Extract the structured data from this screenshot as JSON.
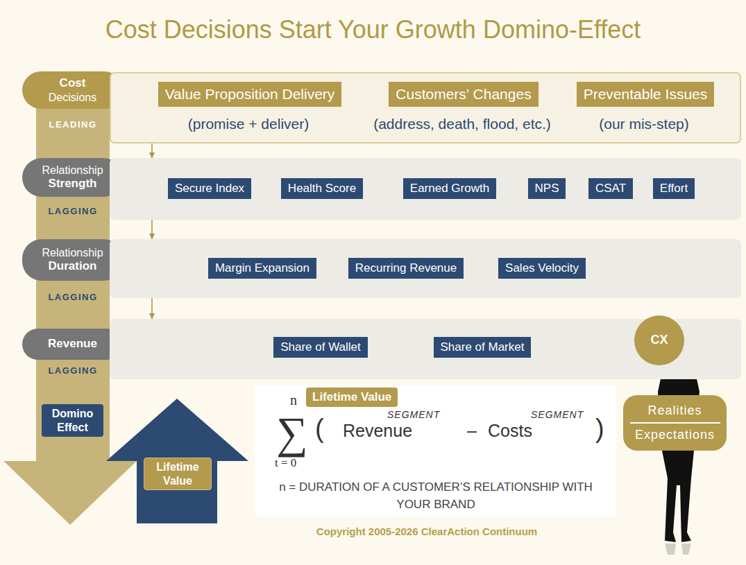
{
  "diagram": {
    "title": "Cost Decisions Start Your Growth Domino-Effect",
    "nodes": [
      {
        "text": [
          "Cost",
          "Decisions"
        ]
      },
      {
        "text": []
      },
      {
        "text": [
          "Value Proposition Delivery"
        ],
        "in": 1
      },
      {
        "text": [
          "Customers’ Changes"
        ],
        "in": 1
      },
      {
        "text": [
          "Preventable Issues"
        ],
        "in": 1
      },
      {
        "text": [
          "Relationship",
          "Strength"
        ]
      },
      {
        "text": []
      },
      {
        "text": [
          "Secure Index"
        ],
        "in": 6
      },
      {
        "text": [
          "Health Score"
        ],
        "in": 6
      },
      {
        "text": [
          "Earned Growth"
        ],
        "in": 6
      },
      {
        "text": [
          "NPS"
        ],
        "in": 6
      },
      {
        "text": [
          "CSAT"
        ],
        "in": 6
      },
      {
        "text": [
          "Effort"
        ],
        "in": 6
      },
      {
        "text": [
          "Relationship",
          "Duration"
        ]
      },
      {
        "text": []
      },
      {
        "text": [
          "Margin Expansion"
        ],
        "in": 14
      },
      {
        "text": [
          "Recurring Revenue"
        ],
        "in": 14
      },
      {
        "text": [
          "Sales Velocity"
        ],
        "in": 14
      },
      {
        "text": [
          "Revenue"
        ]
      },
      {
        "text": []
      },
      {
        "text": [
          "Share of Wallet"
        ],
        "in": 19
      },
      {
        "text": [
          "Share of Market"
        ],
        "in": 19
      },
      {
        "text": [
          "Domino Effect"
        ]
      },
      {
        "text": [
          "Lifetime Value"
        ]
      },
      {
        "text": [
          "n",
          "∑",
          "t = 0",
          "(",
          "Revenue",
          "SEGMENT",
          "–",
          "Costs",
          "SEGMENT",
          ")",
          "n = DURATION OF A CUSTOMER’S RELATIONSHIP WITH YOUR BRAND"
        ]
      },
      {
        "text": [
          "Lifetime Value"
        ],
        "in": 24
      },
      {
        "text": [
          "CX"
        ]
      },
      {
        "text": [
          "Realities",
          "Expectations"
        ]
      }
    ],
    "edges": [
      {
        "from": 1,
        "to": 6,
        "arrow": "to"
      },
      {
        "from": 6,
        "to": 14,
        "arrow": "to"
      },
      {
        "from": 14,
        "to": 19,
        "arrow": "to"
      }
    ],
    "labels": [
      "LEADING",
      "LAGGING",
      "LAGGING",
      "LAGGING",
      "(promise + deliver)",
      "(address, death, flood, etc.)",
      "(our mis-step)",
      "Copyright 2005-2026 ClearAction Continuum"
    ]
  }
}
